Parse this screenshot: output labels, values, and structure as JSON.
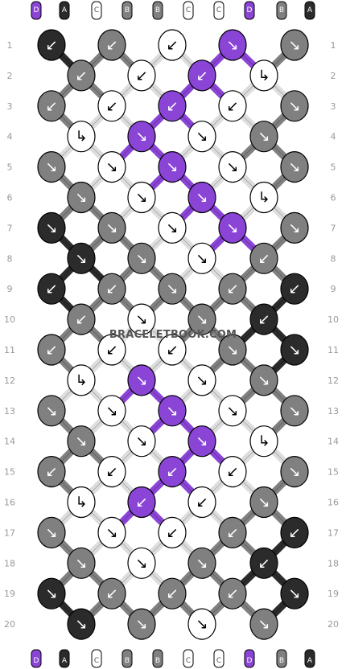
{
  "watermark": "BRACELETBOOK.COM",
  "colors": {
    "A": "#2b2b2b",
    "B": "#808080",
    "C": "#ffffff",
    "D": "#8a44d6"
  },
  "strands_top": [
    "D",
    "A",
    "C",
    "B",
    "B",
    "C",
    "C",
    "D",
    "B",
    "A"
  ],
  "strands_bottom": [
    "D",
    "A",
    "C",
    "B",
    "B",
    "C",
    "C",
    "D",
    "B",
    "A"
  ],
  "row_numbers": [
    1,
    2,
    3,
    4,
    5,
    6,
    7,
    8,
    9,
    10,
    11,
    12,
    13,
    14,
    15,
    16,
    17,
    18,
    19,
    20
  ],
  "knots": [
    [
      "A:↙",
      "B:↙",
      "C:↙",
      "D:↘",
      "B:↘"
    ],
    [
      "B:↙",
      "C:↙",
      "D:↙",
      "C:↳"
    ],
    [
      "B:↙",
      "C:↙",
      "D:↙",
      "C:↙",
      "B:↘"
    ],
    [
      "C:↳",
      "D:↘",
      "C:↘",
      "B:↘"
    ],
    [
      "B:↘",
      "C:↘",
      "D:↘",
      "C:↘",
      "B:↘"
    ],
    [
      "B:↘",
      "C:↘",
      "D:↘",
      "C:↳"
    ],
    [
      "A:↘",
      "B:↘",
      "C:↘",
      "D:↘",
      "B:↘"
    ],
    [
      "A:↘",
      "B:↘",
      "C:↘",
      "B:↙"
    ],
    [
      "A:↙",
      "B:↙",
      "B:↘",
      "B:↙",
      "A:↙"
    ],
    [
      "B:↙",
      "C:↘",
      "B:↘",
      "A:↙"
    ],
    [
      "B:↙",
      "C:↙",
      "C:↙",
      "B:↘",
      "A:↘"
    ],
    [
      "C:↳",
      "D:↘",
      "C:↘",
      "B:↘"
    ],
    [
      "B:↘",
      "C:↘",
      "D:↘",
      "C:↘",
      "B:↘"
    ],
    [
      "B:↘",
      "C:↘",
      "D:↘",
      "C:↳"
    ],
    [
      "B:↙",
      "C:↙",
      "D:↙",
      "C:↙",
      "B:↘"
    ],
    [
      "C:↳",
      "D:↙",
      "C:↙",
      "B:↘"
    ],
    [
      "B:↘",
      "C:↘",
      "C:↙",
      "B:↙",
      "A:↙"
    ],
    [
      "B:↘",
      "C:↘",
      "B:↘",
      "A:↙"
    ],
    [
      "A:↘",
      "B:↙",
      "B:↙",
      "B:↙",
      "A:↘"
    ],
    [
      "A:↘",
      "B:↘",
      "C:↘",
      "B:↘"
    ]
  ]
}
